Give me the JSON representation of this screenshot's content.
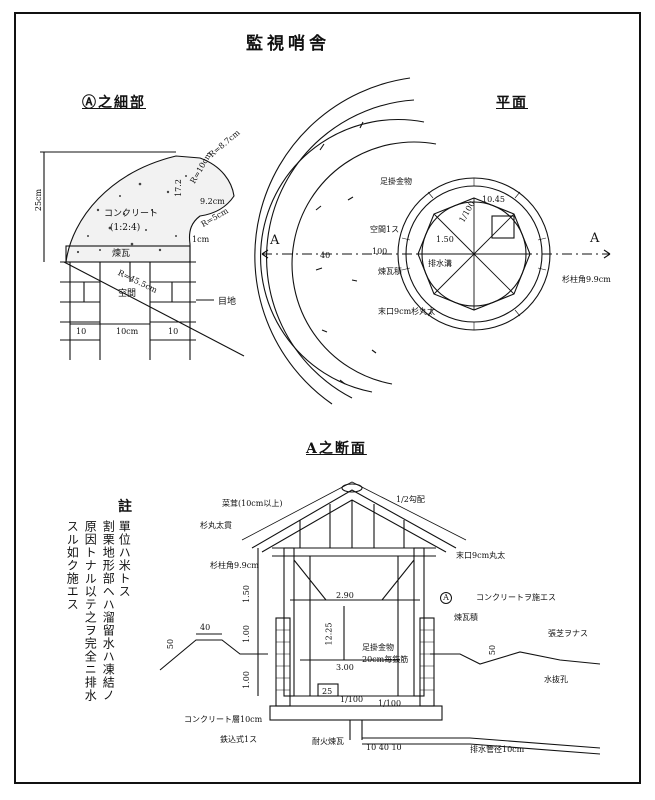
{
  "title": "監視哨舎",
  "detail": {
    "heading": "Ⓐ之細部",
    "concrete": "コンクリート",
    "ratio": "(1:2:4)",
    "brick": "煉瓦",
    "space": "空間",
    "joint": "目地",
    "dim_25": "25cm",
    "dim_r87": "R=8.7cm",
    "dim_17": "17.2",
    "dim_r10": "R=10cm",
    "dim_92": "9.2cm",
    "dim_r5": "R=5cm",
    "dim_1cm": "1cm",
    "dim_r455": "R=45.5cm",
    "dim_10a": "10",
    "dim_10b": "10cm",
    "dim_10c": "10"
  },
  "plan": {
    "heading": "平面",
    "a_left": "A",
    "a_right": "A",
    "labels": {
      "foot_hardware": "足掛金物",
      "hole": "空間1ス",
      "brick_wall": "煉瓦積",
      "cedar_post": "末口9cm杉丸太",
      "drain_vessel": "排水溝",
      "cedar_corner": "杉柱角9.9cm",
      "dim_100": "100",
      "dim_40": "40",
      "dim_150": "1.50",
      "dim_1045": "10.45",
      "dim_100b": "1/100"
    }
  },
  "section": {
    "heading": "A之断面",
    "labels": {
      "roof": "菜茸(10cm以上)",
      "beam": "杉丸太貫",
      "slope": "1/2勾配",
      "corner_post": "杉柱角9.9cm",
      "log": "末口9cm丸太",
      "concrete_top": "コンクリートヲ施エス",
      "brick": "煉瓦積",
      "turf": "張芝ヲナス",
      "drain_hole": "水抜孔",
      "foot_hw": "足掛金物",
      "foot_hw_spec": "20cm毎鉄筋",
      "concrete_layer": "コンクリート層10cm",
      "iron": "鉄込式1ス",
      "fire_brick": "耐火煉瓦",
      "drain_pipe": "排水管径10cm",
      "circle_a": "A",
      "dim_290": "2.90",
      "dim_300": "3.00",
      "dim_150": "1.50",
      "dim_100a": "1.00",
      "dim_100b": "1.00",
      "dim_40": "40",
      "dim_50l": "50",
      "dim_50r": "50",
      "dim_25": "25",
      "dim_1225": "12.25",
      "dim_100c": "1/100",
      "dim_100d": "1/100",
      "dim_101040": "10 40 10"
    }
  },
  "note": {
    "heading": "註",
    "lines": [
      "單位ハ米トス",
      "割栗地形部ヘハ溜留水ハ凍結ノ",
      "原因トナル以テ之ヲ完全ニ排水",
      "スル如ク施エス"
    ]
  }
}
